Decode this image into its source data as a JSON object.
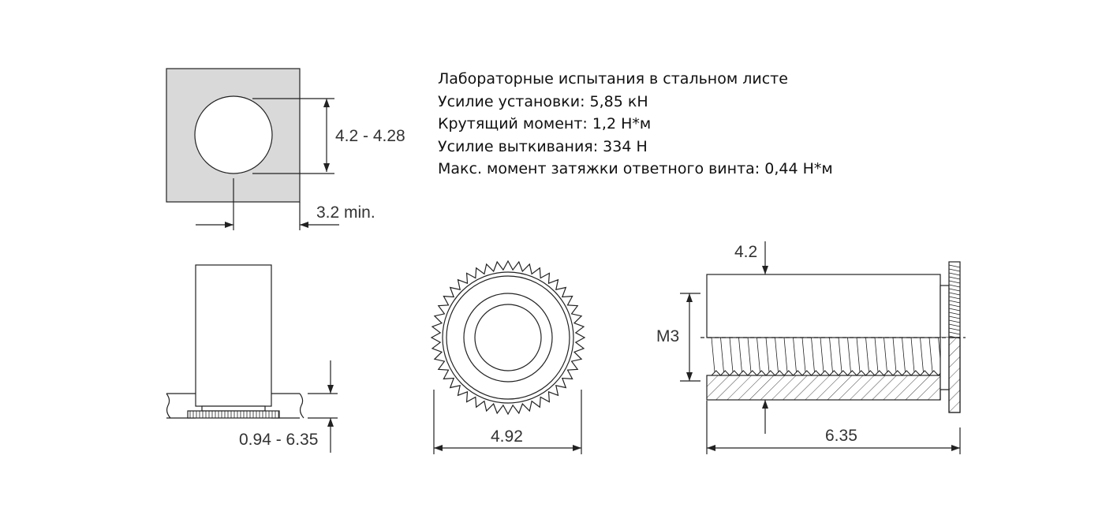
{
  "specs": {
    "title": "Лабораторные испытания в стальном листе",
    "lines": [
      "Усилие установки: 5,85 кН",
      "Крутящий момент: 1,2 Н*м",
      "Усилие выткивания: 334 Н",
      "Макс. момент затяжки ответного винта: 0,44 Н*м"
    ]
  },
  "dimensions": {
    "hole_diameter": "4.2 - 4.28",
    "edge_distance": "3.2 min.",
    "sheet_thickness": "0.94 - 6.35",
    "head_diameter": "4.92",
    "body_diameter": "4.2",
    "thread": "M3",
    "length": "6.35"
  },
  "colors": {
    "line": "#222222",
    "panel_fill": "#d9d9d9",
    "hatch": "#444444"
  }
}
